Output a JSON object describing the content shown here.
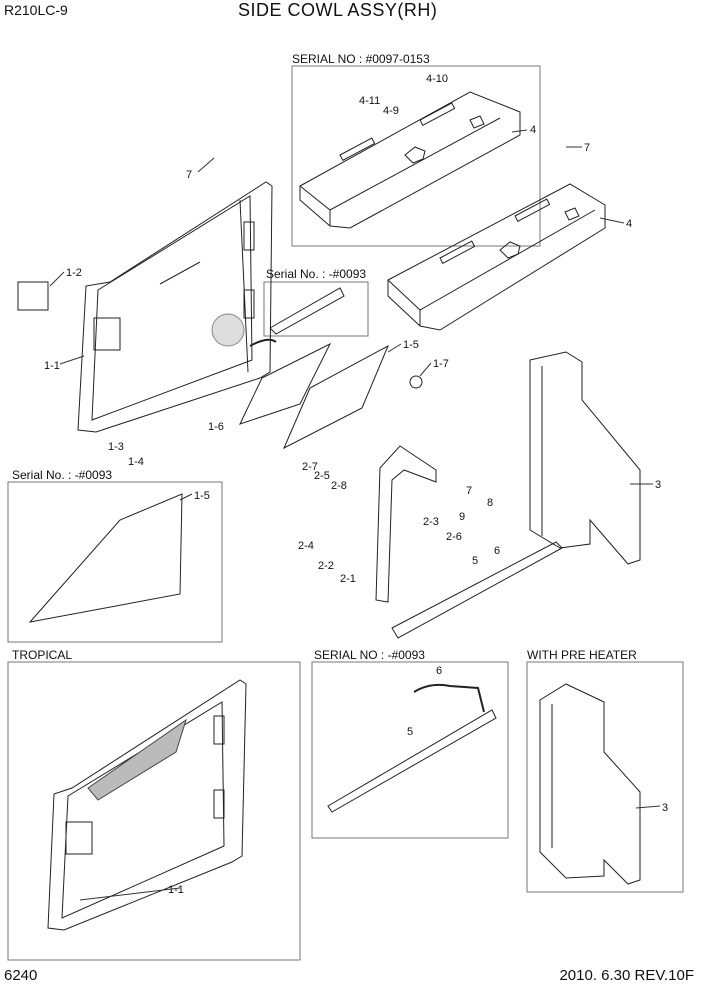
{
  "header": {
    "model": "R210LC-9",
    "title": "SIDE COWL ASSY(RH)"
  },
  "footer": {
    "page_number": "6240",
    "revision": "2010. 6.30  REV.10F"
  },
  "captions": {
    "serial_0097_0153": "SERIAL NO : #0097-0153",
    "serial_inset_mid": "Serial No. : -#0093",
    "serial_inset_left": "Serial No. : -#0093",
    "tropical": "TROPICAL",
    "serial_bottom": "SERIAL NO : -#0093",
    "pre_heater": "WITH PRE HEATER"
  },
  "callouts": {
    "c_4_10": "4-10",
    "c_4_11": "4-11",
    "c_4_9": "4-9",
    "c_4_top": "4",
    "c_7_right": "7",
    "c_7_left": "7",
    "c_4_mid": "4",
    "c_1_2": "1-2",
    "c_1_1": "1-1",
    "c_1_5": "1-5",
    "c_1_7": "1-7",
    "c_1_6": "1-6",
    "c_1_3": "1-3",
    "c_1_4": "1-4",
    "c_2_7": "2-7",
    "c_2_5": "2-5",
    "c_2_8": "2-8",
    "c_7_mid": "7",
    "c_3": "3",
    "c_8": "8",
    "c_9": "9",
    "c_2_3": "2-3",
    "c_2_6": "2-6",
    "c_6": "6",
    "c_2_4": "2-4",
    "c_2_2": "2-2",
    "c_2_1": "2-1",
    "c_5": "5",
    "c_1_5_inset": "1-5",
    "c_1_1_trop": "1-1",
    "c_6_bottom": "6",
    "c_5_bottom": "5",
    "c_3_bottom": "3"
  }
}
